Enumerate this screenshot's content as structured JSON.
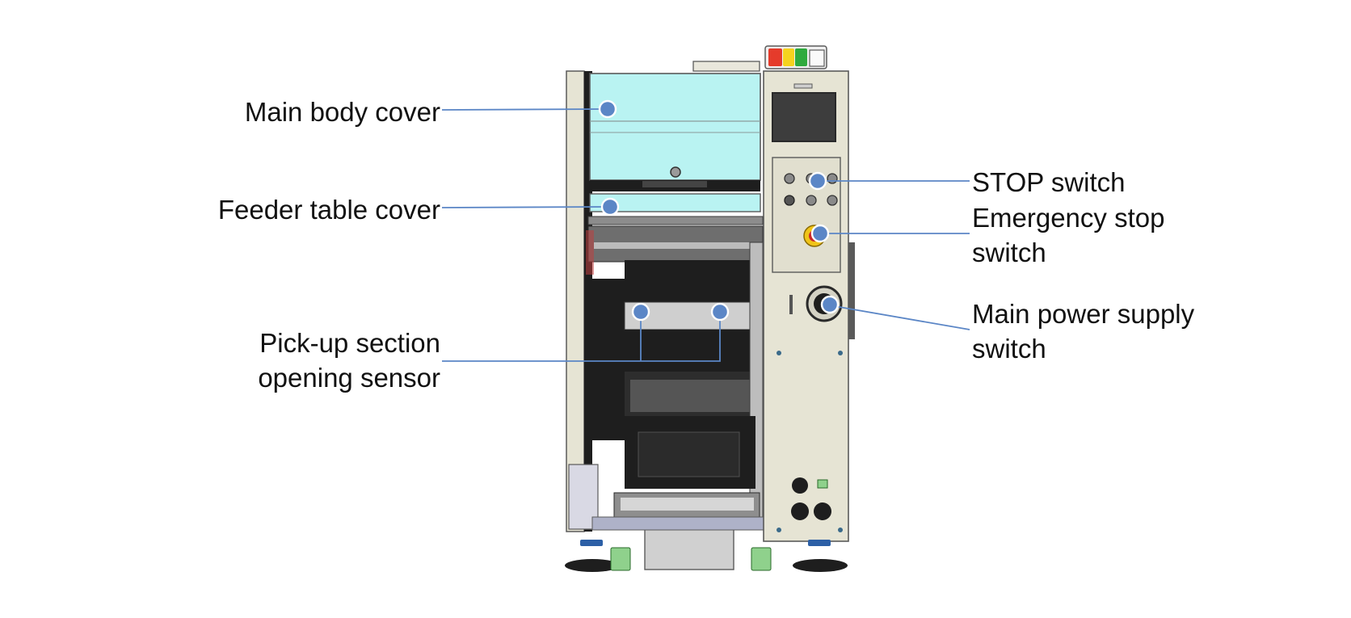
{
  "colors": {
    "cover": "#b9f3f2",
    "body": "#e6e4d4",
    "outline": "#5a5a5a",
    "dark": "#1e1e1e",
    "leader": "#5b86c6",
    "lamp_red": "#e53b2b",
    "lamp_yellow": "#f5d21e",
    "lamp_green": "#2faa3e",
    "emergency": "#f0c419",
    "foot": "#2c5fa6",
    "clamp": "#8fd18c"
  },
  "callouts": {
    "main_body_cover": "Main body cover",
    "feeder_table_cover": "Feeder table cover",
    "pickup_line1": "Pick-up section",
    "pickup_line2": "opening sensor",
    "stop_switch": "STOP switch",
    "emergency_line1": "Emergency stop",
    "emergency_line2": "switch",
    "power_line1": "Main power supply",
    "power_line2": "switch"
  },
  "icons": {
    "signal_tower": "signal-tower-icon",
    "touch_screen": "touch-screen-icon",
    "emergency_button": "emergency-stop-icon",
    "power_switch": "power-switch-icon"
  }
}
